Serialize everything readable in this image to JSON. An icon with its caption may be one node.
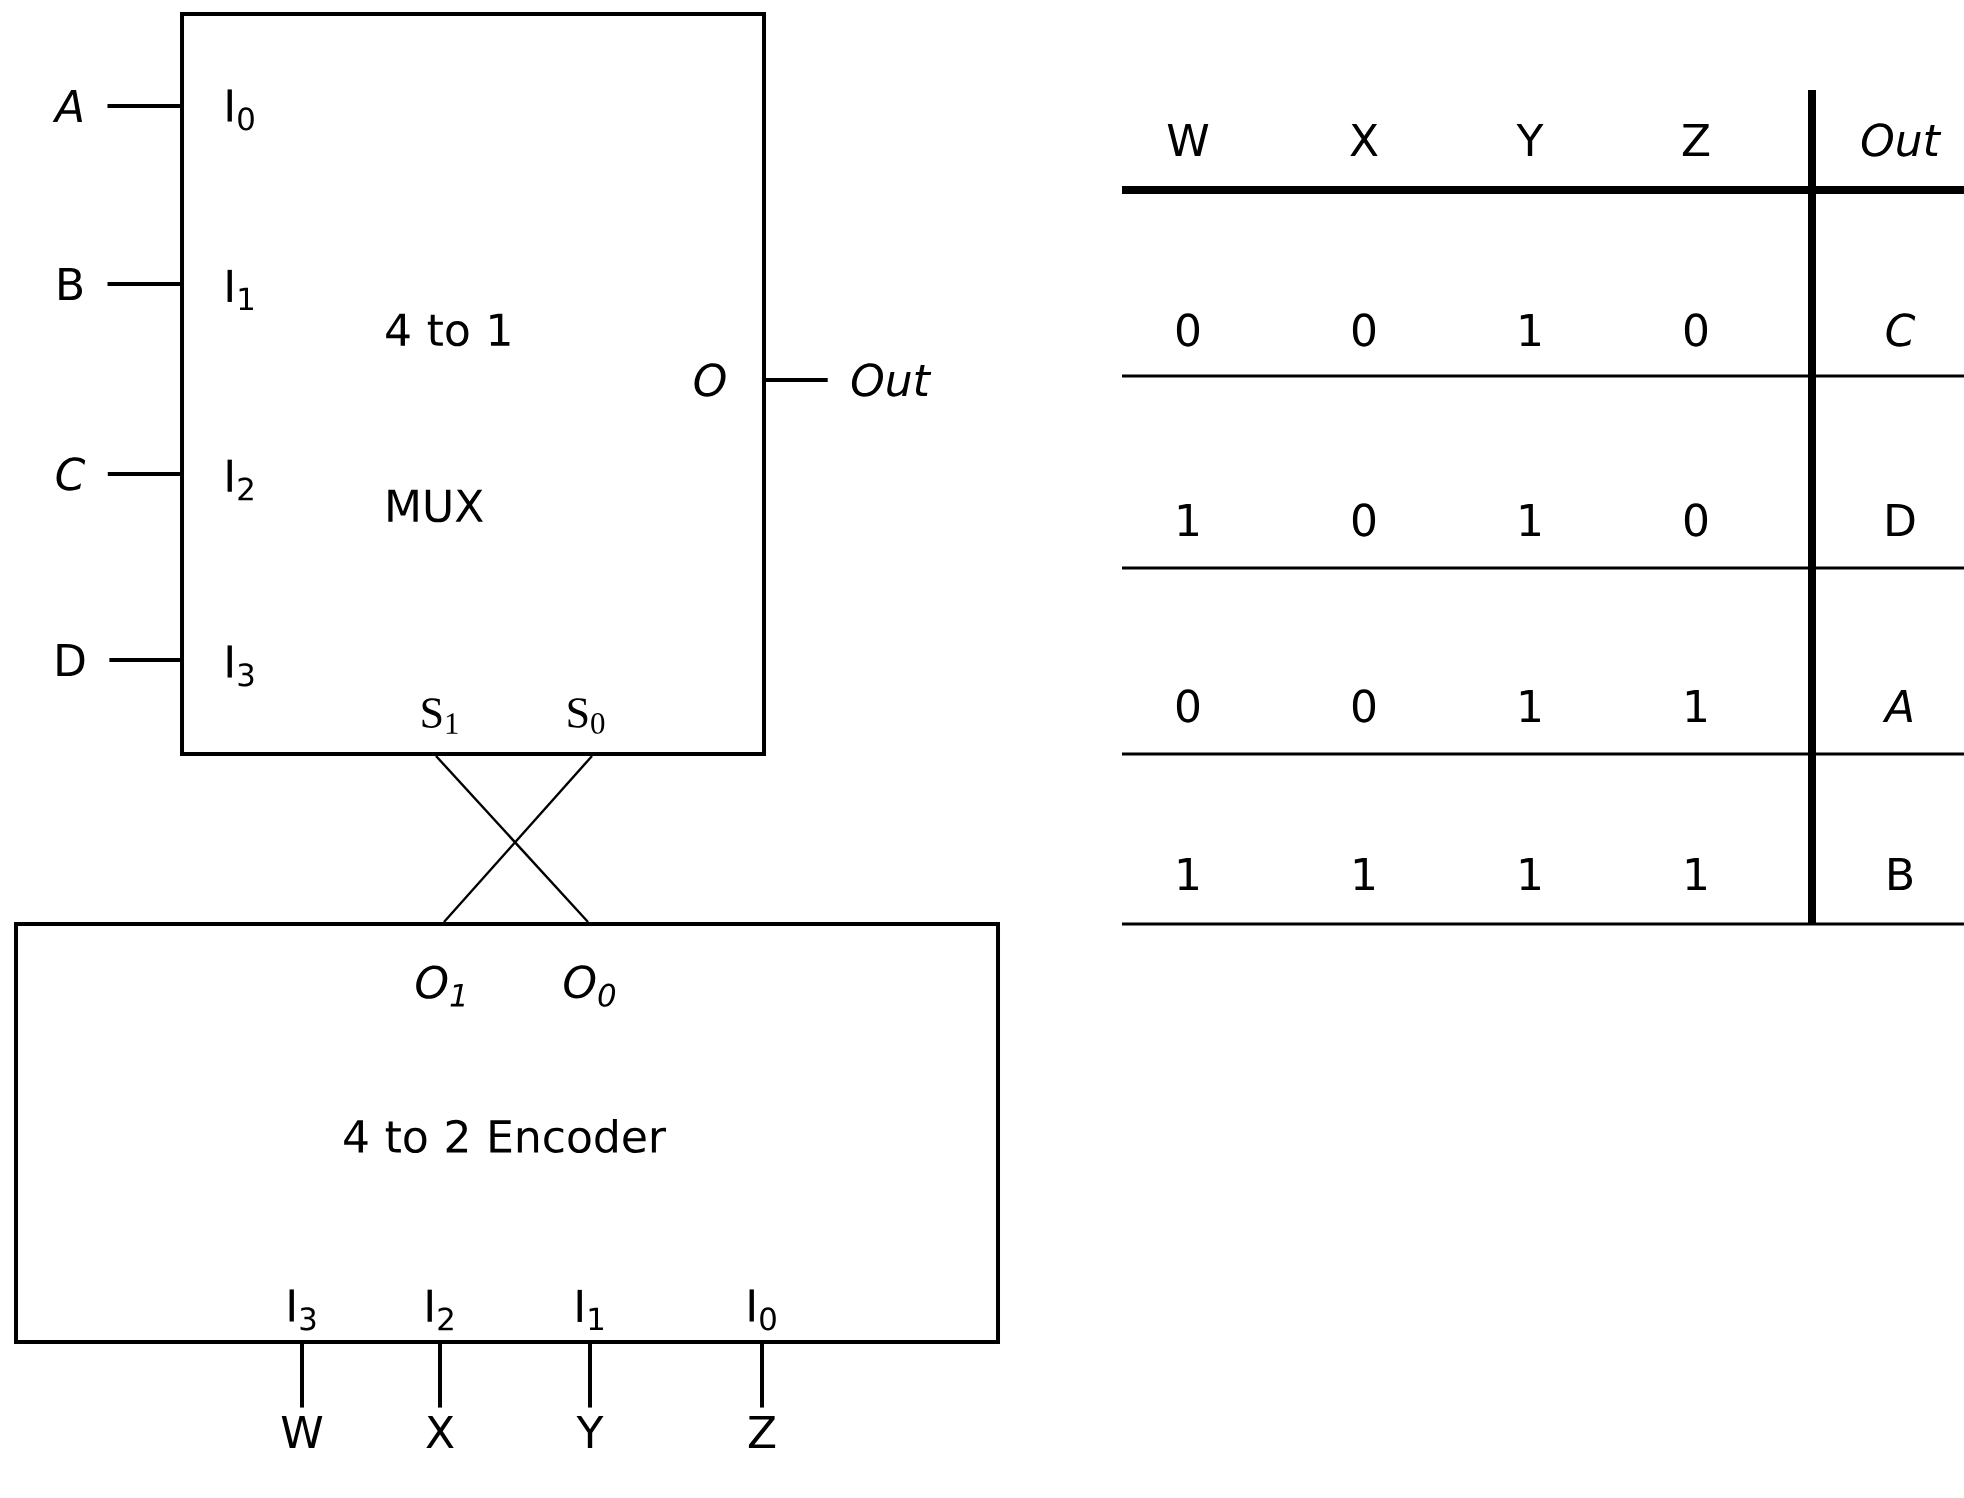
{
  "diagram": {
    "nodes": [
      {
        "text": [
          "4 to 1 MUX"
        ]
      },
      {
        "text": [
          "4 to 2 Encoder"
        ]
      },
      {
        "text": [
          "A"
        ]
      },
      {
        "text": [
          "B"
        ]
      },
      {
        "text": [
          "C"
        ]
      },
      {
        "text": [
          "D"
        ]
      },
      {
        "text": [
          "Out"
        ]
      },
      {
        "text": [
          "W"
        ]
      },
      {
        "text": [
          "X"
        ]
      },
      {
        "text": [
          "Y"
        ]
      },
      {
        "text": [
          "Z"
        ]
      }
    ],
    "edges": [
      {
        "from": 2,
        "to": 0,
        "arrow": "none"
      },
      {
        "from": 3,
        "to": 0,
        "arrow": "none"
      },
      {
        "from": 4,
        "to": 0,
        "arrow": "none"
      },
      {
        "from": 5,
        "to": 0,
        "arrow": "none"
      },
      {
        "from": 0,
        "to": 6,
        "arrow": "none"
      },
      {
        "from": 0,
        "to": 1,
        "arrow": "none"
      },
      {
        "from": 0,
        "to": 1,
        "arrow": "none"
      },
      {
        "from": 7,
        "to": 1,
        "arrow": "none"
      },
      {
        "from": 8,
        "to": 1,
        "arrow": "none"
      },
      {
        "from": 9,
        "to": 1,
        "arrow": "none"
      },
      {
        "from": 10,
        "to": 1,
        "arrow": "none"
      }
    ],
    "labels": [
      "I$_{0}$",
      "I$_{1}$",
      "I$_{2}$",
      "I$_{3}$",
      "O",
      "S$_{1}$",
      "S$_{0}$",
      "O$_{1}$",
      "O$_{0}$",
      "I$_{3}$",
      "I$_{2}$",
      "I$_{1}$",
      "I$_{0}$",
      "W",
      "X",
      "Y",
      "Z",
      "Out",
      "0",
      "0",
      "1",
      "0",
      "C",
      "1",
      "0",
      "1",
      "0",
      "D",
      "0",
      "0",
      "1",
      "1",
      "A",
      "1",
      "1",
      "1",
      "1",
      "B"
    ]
  }
}
